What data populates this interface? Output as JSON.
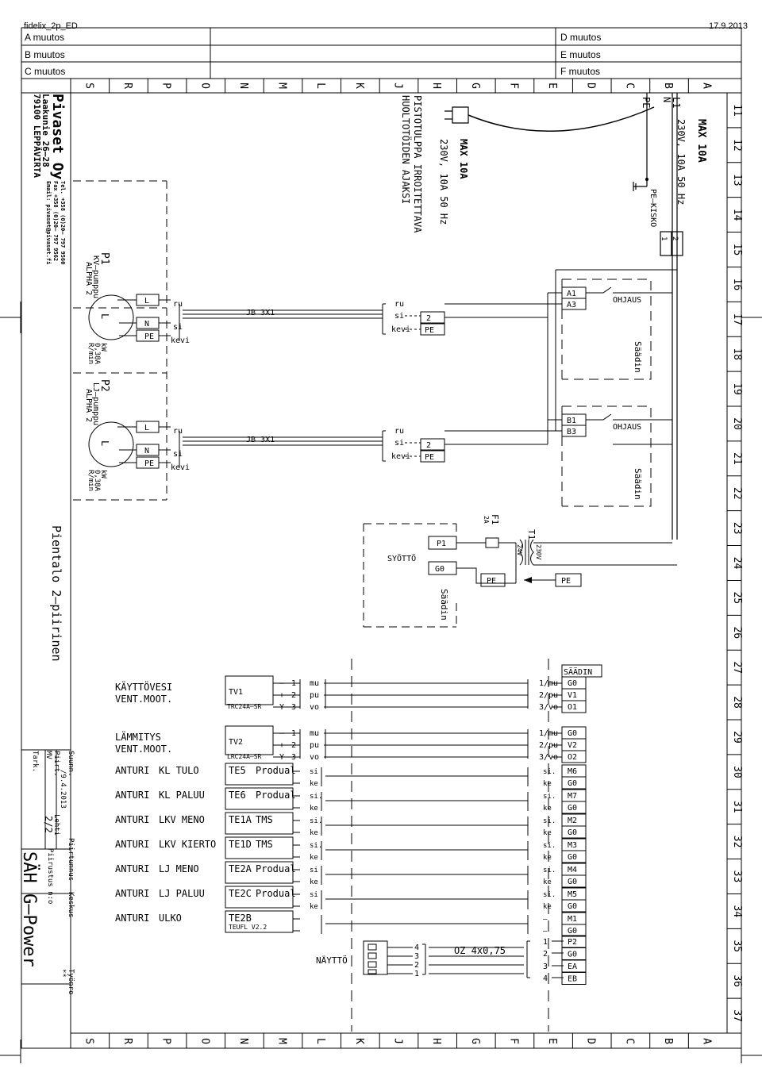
{
  "header": {
    "file": "fidelix_2p_ED",
    "date": "17.9.2013"
  },
  "revisions": [
    "A muutos",
    "B muutos",
    "C muutos",
    "D muutos",
    "E muutos",
    "F muutos"
  ],
  "columns_letters": [
    "S",
    "R",
    "P",
    "O",
    "N",
    "M",
    "L",
    "K",
    "J",
    "H",
    "G",
    "F",
    "E",
    "D",
    "C",
    "B",
    "A"
  ],
  "columns_numbers": [
    "11",
    "12",
    "13",
    "14",
    "15",
    "16",
    "17",
    "18",
    "19",
    "20",
    "21",
    "22",
    "23",
    "24",
    "25",
    "26",
    "27",
    "28",
    "29",
    "30",
    "31",
    "32",
    "33",
    "34",
    "35",
    "36",
    "37"
  ],
  "company": {
    "name": "Pivaset Oy",
    "address1": "Laakunie 26–28",
    "address2": "79100 LEPPÄVIRTA",
    "tel": "Tel. +358 (0)20– 797 9560",
    "fax": "Fax +358 (0)20– 797 9562",
    "email": "Email: pivaset@pivaset.fi"
  },
  "drawing_title": "Pientalo 2–piirinen",
  "title_block": {
    "suunn": "Suunn.",
    "piirt": "Piirt.",
    "tark": "Tark.",
    "initials": "MV",
    "date": "/9.4.2013",
    "lehti": "Lehti",
    "sheet": "2/2",
    "piirtunnus": "Piirtunnus",
    "piirustus_no": "Piirustus n:o",
    "keskus": "Keskus",
    "tyonro": "Työnro",
    "tyonro_val": "**",
    "system": "SÄH G–Power"
  },
  "power": {
    "max": "MAX 10A",
    "spec": "230V, 10A 50 Hz",
    "l1": "L1",
    "n": "N",
    "pe": "PE",
    "pe_kisko": "PE–KISKO",
    "term1": "1",
    "term2": "2",
    "plug_max": "MAX 10A",
    "plug_spec": "230V, 10A 50 Hz",
    "plug_note1": "PISTOTULPPA IRROITETTAVA",
    "plug_note2": "HUOLTOTÖIDEN AJAKSI"
  },
  "pumps": [
    {
      "id": "P1",
      "name": "KV–pumppu",
      "model": "ALPHA 2",
      "kw": "kW",
      "amp": "0,38A",
      "rmin": "R/min",
      "L": "L",
      "N": "N",
      "PE": "PE",
      "ru": "ru",
      "si": "si",
      "kevi": "kevi",
      "cable": "JB 3X1",
      "term": "2",
      "term_pe": "PE",
      "relay1": "A1",
      "relay2": "A3",
      "ohjaus": "OHJAUS",
      "saadin": "Säädin"
    },
    {
      "id": "P2",
      "name": "LJ–pumppu",
      "model": "ALPHA 2",
      "kw": "kW",
      "amp": "0,38A",
      "rmin": "R/min",
      "L": "L",
      "N": "N",
      "PE": "PE",
      "ru": "ru",
      "si": "si",
      "kevi": "kevi",
      "cable": "JB 3X1",
      "term": "2",
      "term_pe": "PE",
      "relay1": "B1",
      "relay2": "B3",
      "ohjaus": "OHJAUS",
      "saadin": "Säädin"
    }
  ],
  "supply": {
    "label": "SYÖTTÖ",
    "p1": "P1",
    "g0": "G0",
    "saadin": "Säädin",
    "f1": "F1",
    "f1_a": "2A",
    "t1": "T1",
    "v24": "24V",
    "v230": "230V",
    "pe1": "PE",
    "pe2": "PE"
  },
  "controller": {
    "title": "SÄÄDIN"
  },
  "valves": [
    {
      "l1": "KÄYTTÖVESI",
      "l2": "VENT.MOOT.",
      "tag": "TV1",
      "model": "TRC24A–SR",
      "pins": [
        "–",
        "+",
        "Y"
      ],
      "nums": [
        "1",
        "2",
        "3"
      ],
      "wires": [
        "mu",
        "pu",
        "vo"
      ],
      "ctrl": [
        "1/mu",
        "2/pu",
        "3/vo"
      ],
      "terms": [
        "G0",
        "V1",
        "O1"
      ]
    },
    {
      "l1": "LÄMMITYS",
      "l2": "VENT.MOOT.",
      "tag": "TV2",
      "model": "LRC24A–SR",
      "pins": [
        "–",
        "+",
        "Y"
      ],
      "nums": [
        "1",
        "2",
        "3"
      ],
      "wires": [
        "mu",
        "pu",
        "vo"
      ],
      "ctrl": [
        "1/mu",
        "2/pu",
        "3/vo"
      ],
      "terms": [
        "G0",
        "V2",
        "O2"
      ]
    }
  ],
  "sensors": [
    {
      "a": "ANTURI",
      "b": "KL TULO",
      "tag": "TE5",
      "type": "Produal",
      "w1": "si",
      "w2": "ke",
      "c1": "si.",
      "c2": "ke",
      "t1": "M6",
      "t2": "G0"
    },
    {
      "a": "ANTURI",
      "b": "KL PALUU",
      "tag": "TE6",
      "type": "Produal",
      "w1": "si.",
      "w2": "ke",
      "c1": "si.",
      "c2": "ke",
      "t1": "M7",
      "t2": "G0"
    },
    {
      "a": "ANTURI",
      "b": "LKV MENO",
      "tag": "TE1A",
      "type": "TMS",
      "w1": "si.",
      "w2": "ke",
      "c1": "si.",
      "c2": "ke",
      "t1": "M2",
      "t2": "G0"
    },
    {
      "a": "ANTURI",
      "b": "LKV KIERTO",
      "tag": "TE1D",
      "type": "TMS",
      "w1": "si.",
      "w2": "ke",
      "c1": "si.",
      "c2": "ke",
      "t1": "M3",
      "t2": "G0"
    },
    {
      "a": "ANTURI",
      "b": "LJ MENO",
      "tag": "TE2A",
      "type": "Produal",
      "w1": "si",
      "w2": "ke",
      "c1": "si.",
      "c2": "ke",
      "t1": "M4",
      "t2": "G0"
    },
    {
      "a": "ANTURI",
      "b": "LJ PALUU",
      "tag": "TE2C",
      "type": "Produal",
      "w1": "si",
      "w2": "ke",
      "c1": "si.",
      "c2": "ke",
      "t1": "M5",
      "t2": "G0"
    },
    {
      "a": "ANTURI",
      "b": "ULKO",
      "tag": "TE2B",
      "type": "TEUFL V2.2",
      "w1": "",
      "w2": "",
      "c1": "–",
      "c2": "–",
      "t1": "M1",
      "t2": "G0"
    }
  ],
  "display": {
    "label": "NÄYTTÖ",
    "cable": "OZ 4x0,75",
    "pins": [
      "4",
      "3",
      "2",
      "1"
    ],
    "ctrl": [
      "1",
      "2",
      "3",
      "4"
    ],
    "terms": [
      "P2",
      "G0",
      "EA",
      "EB"
    ]
  }
}
